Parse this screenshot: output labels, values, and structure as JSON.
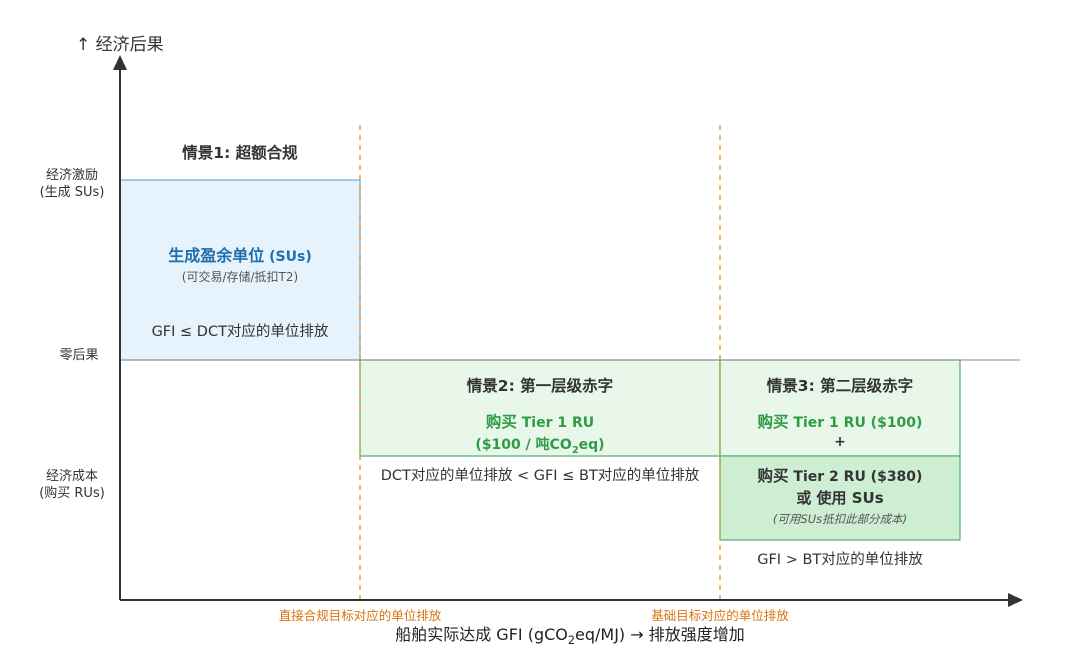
{
  "axes": {
    "y_title": "↑ 经济后果",
    "y_labels": {
      "incentive_line1": "经济激励",
      "incentive_line2": "(生成 SUs)",
      "zero": "零后果",
      "cost_line1": "经济成本",
      "cost_line2": "(购买 RUs)"
    },
    "x_title_pre": "船舶实际达成 GFI (gCO",
    "x_title_sub": "2",
    "x_title_post": "eq/MJ) → 排放强度增加",
    "x_markers": {
      "dct": "直接合规目标对应的单位排放",
      "bt": "基础目标对应的单位排放"
    }
  },
  "scenario1": {
    "title": "情景1: 超额合规",
    "main_cn": "生成盈余单位",
    "main_en": " (SUs)",
    "sub": "(可交易/存储/抵扣T2)",
    "condition": "GFI ≤ DCT对应的单位排放"
  },
  "scenario2": {
    "title": "情景2: 第一层级赤字",
    "buy_cn": "购买",
    "buy_en": " Tier 1 RU",
    "price_pre": "($100 / 吨CO",
    "price_sub": "2",
    "price_post": "eq)",
    "condition": "DCT对应的单位排放 < GFI ≤ BT对应的单位排放"
  },
  "scenario3": {
    "title": "情景3: 第二层级赤字",
    "tier1_buy_cn": "购买",
    "tier1_buy_en": " Tier 1 RU ($100)",
    "plus": "+",
    "tier2_buy_cn": "购买",
    "tier2_buy_en": " Tier 2 RU ($380)",
    "or_use": "或 使用 SUs",
    "note": "(可用SUs抵扣此部分成本)",
    "condition": "GFI > BT对应的单位排放"
  },
  "colors": {
    "blue_fill": "#e6f2fc",
    "blue_border": "#5ab4e0",
    "green_fill": "#e8f7ea",
    "green_fill_dark": "#cdeed3",
    "green_border": "#4caf6a",
    "green_text": "#2e9b45",
    "blue_text": "#1f6fad",
    "orange": "#e8922a",
    "axis": "#333333"
  }
}
